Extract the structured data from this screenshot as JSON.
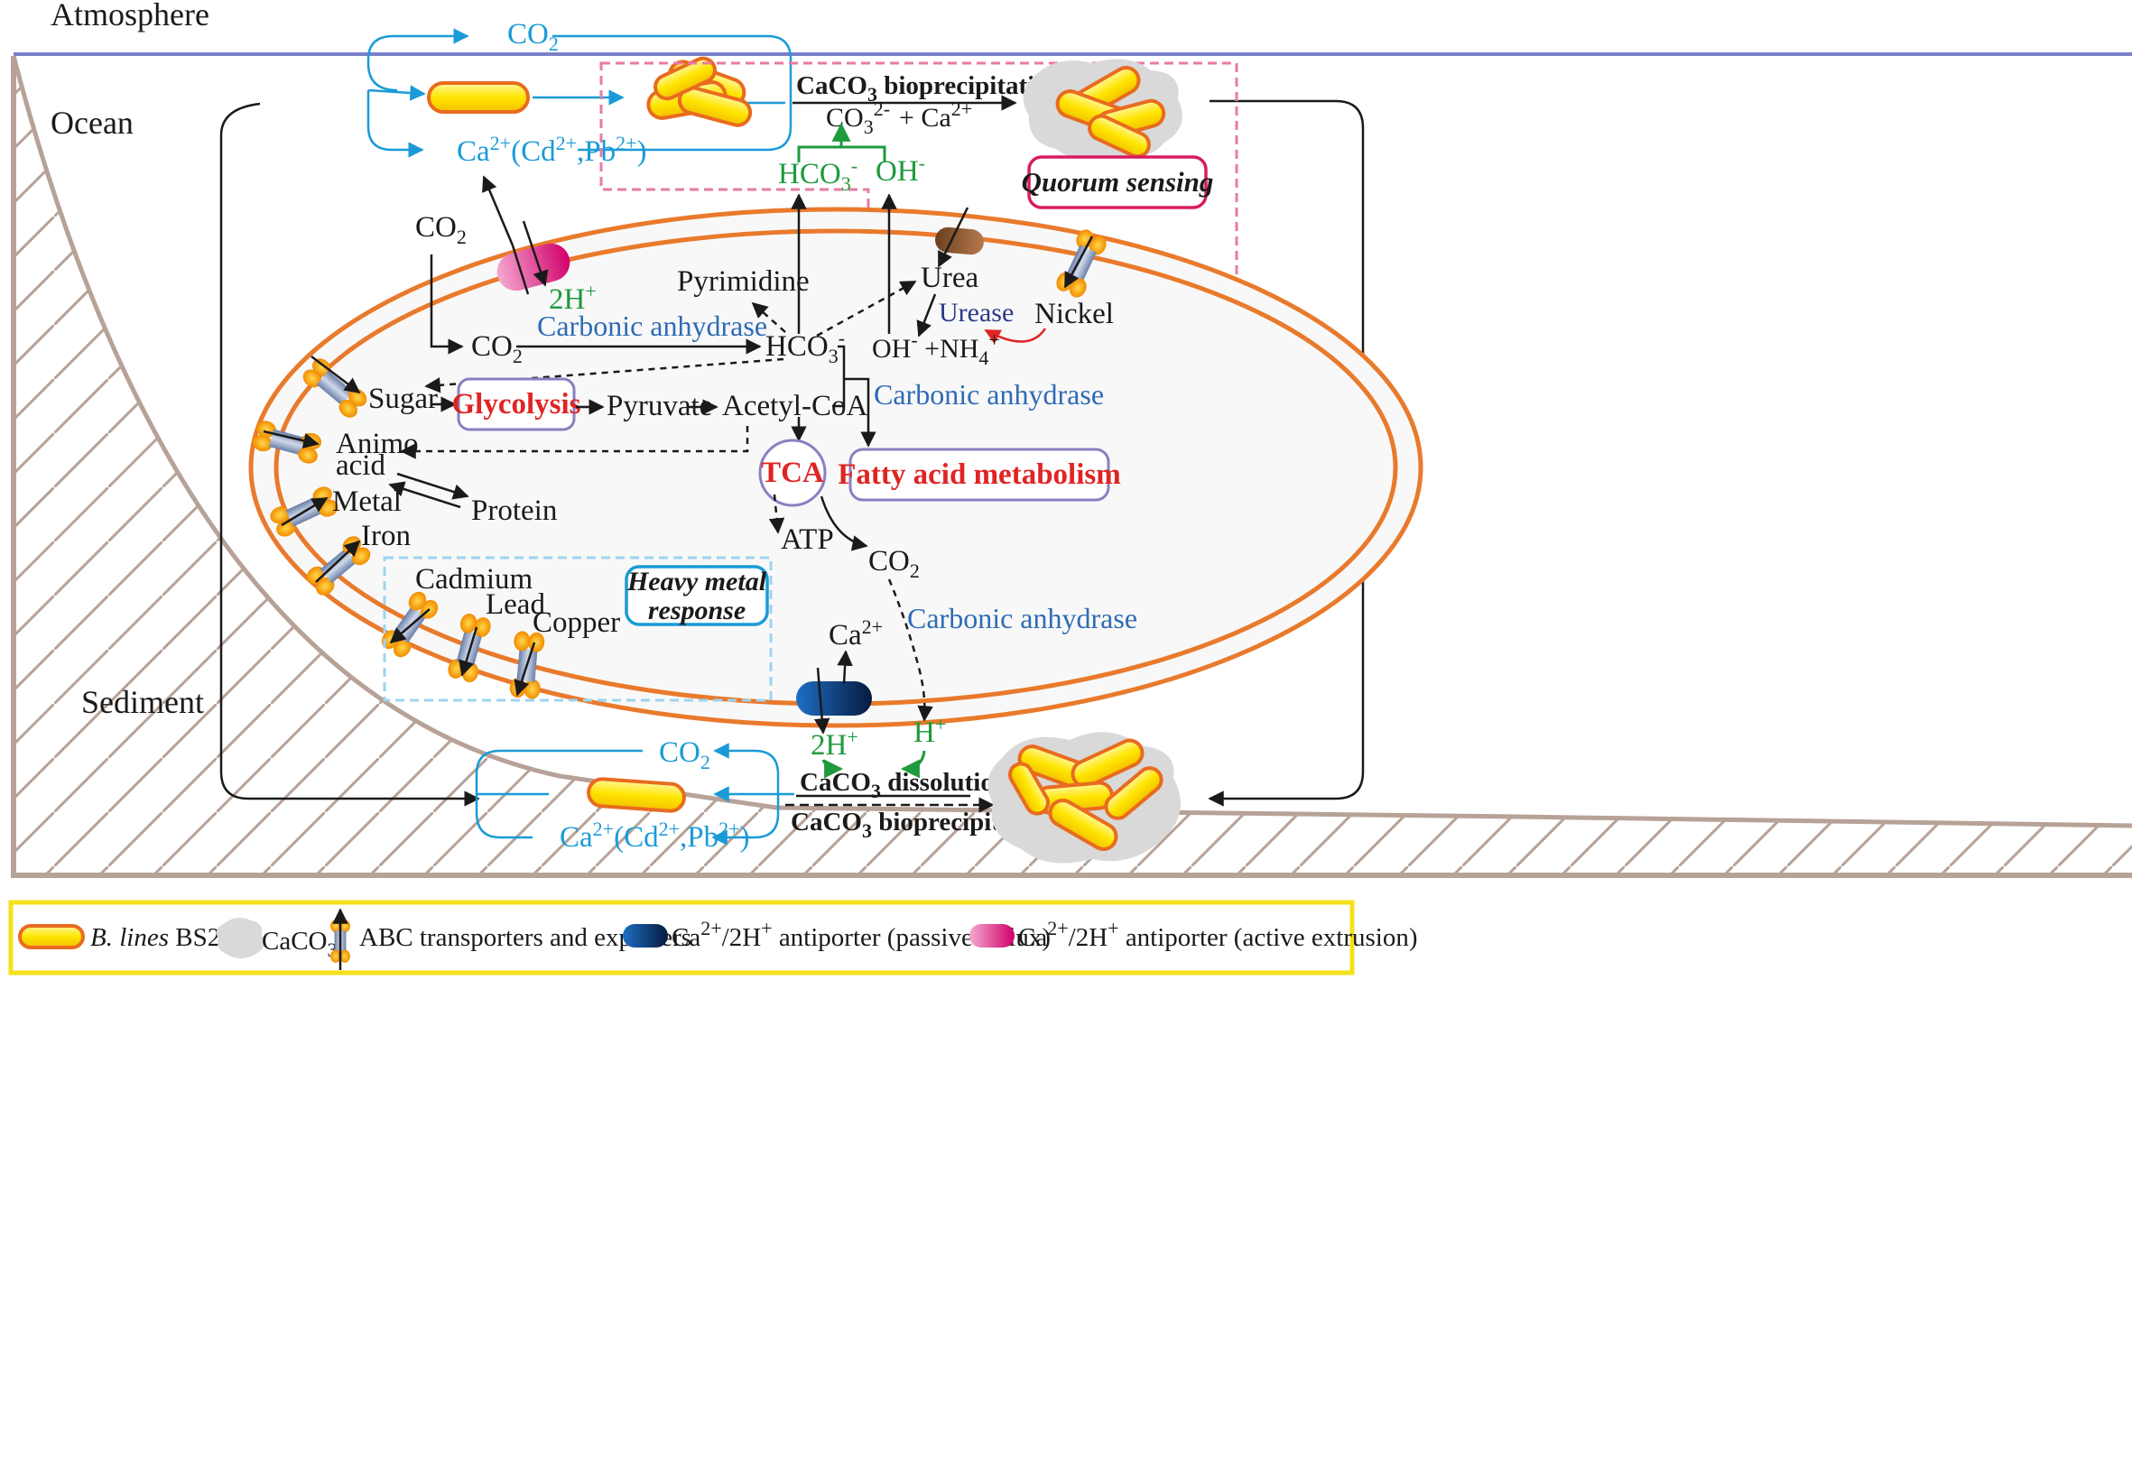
{
  "zones": {
    "atmosphere": "Atmosphere",
    "ocean": "Ocean",
    "sediment": "Sediment"
  },
  "top_cycle": {
    "co2": "CO",
    "co2_sub": "2",
    "ion_base": "Ca",
    "ion_ca_sup": "2+",
    "ion_paren": "(Cd",
    "ion_cd_sup": "2+",
    "ion_mid": ",Pb",
    "ion_pb_sup": "2+",
    "ion_close": ")",
    "process_pre": "CaCO",
    "process_sub": "3",
    "process_post": " bioprecipitation",
    "ions_co3": "CO",
    "ions_co3_sub": "3",
    "ions_co3_sup": "2-",
    "ions_plus_ca": "+  Ca",
    "ions_ca_sup": "2+",
    "hco3": "HCO",
    "hco3_sub": "3",
    "hco3_sup": "-",
    "oh": "OH",
    "oh_sup": "-"
  },
  "boxes": {
    "quorum": "Quorum sensing",
    "heavy_metal_1": "Heavy metal",
    "heavy_metal_2": "response",
    "glycolysis": "Glycolysis",
    "tca": "TCA",
    "fatty_acid": "Fatty acid metabolism"
  },
  "metabolites": {
    "co2_in": "CO",
    "co2_in_sub": "2",
    "co2_cell": "CO",
    "co2_cell_sub": "2",
    "hco3": "HCO",
    "hco3_sub": "3",
    "hco3_sup": "-",
    "pyrimidine": "Pyrimidine",
    "urea": "Urea",
    "urease": "Urease",
    "nickel": "Nickel",
    "oh_nh4": "OH",
    "oh_nh4_sup": "-",
    "oh_nh4_mid": " +NH",
    "oh_nh4_sub": "4",
    "oh_nh4_sup2": "+",
    "sugar": "Sugar",
    "pyruvate": "Pyruvate",
    "acetyl": "Acetyl-CoA",
    "amino_1": "Animo",
    "amino_2": "acid",
    "protein": "Protein",
    "metal": "Metal",
    "iron": "Iron",
    "cadmium": "Cadmium",
    "lead": "Lead",
    "copper": "Copper",
    "atp": "ATP",
    "co2_out": "CO",
    "co2_out_sub": "2",
    "ca_cell": "Ca",
    "ca_cell_sup": "2+",
    "h2_top": "2H",
    "h2_top_sup": "+",
    "h2_bottom": "2H",
    "h2_bottom_sup": "+",
    "h_plus": "H",
    "h_plus_sup": "+"
  },
  "enzymes": {
    "ca_1": "Carbonic anhydrase",
    "ca_2": "Carbonic anhydrase",
    "ca_3": "Carbonic anhydrase"
  },
  "bottom_cycle": {
    "co2": "CO",
    "co2_sub": "2",
    "ion_base": "Ca",
    "ion_ca_sup": "2+",
    "ion_paren": "(Cd",
    "ion_cd_sup": "2+",
    "ion_mid": ",Pb",
    "ion_pb_sup": "2+",
    "ion_close": ")",
    "dissolution_pre": "CaCO",
    "dissolution_sub": "3",
    "dissolution_post": " dissolution",
    "precip_pre": "CaCO",
    "precip_sub": "3",
    "precip_post": " bioprecipitation"
  },
  "legend": {
    "bacteria_italic": "B. lines",
    "bacteria_rest": " BS258",
    "caco3": "CaCO",
    "caco3_sub": "3",
    "abc": "ABC transporters and exporters",
    "passive_ca": "Ca",
    "passive_ca_sup": "2+",
    "passive_mid": "/2H",
    "passive_h_sup": "+",
    "passive_rest": " antiporter (passive influx)",
    "active_ca": "Ca",
    "active_ca_sup": "2+",
    "active_mid": "/2H",
    "active_h_sup": "+",
    "active_rest": " antiporter (active extrusion)"
  },
  "colors": {
    "membrane": "#e97a2c",
    "cycle_blue": "#1a9bd7",
    "enzyme_blue": "#2e6bb5",
    "green": "#1f9a3c",
    "highlight_red": "#e02424",
    "quorum_border": "#d81b60",
    "process_box": "#8a7fc0",
    "legend_border": "#f5e11a",
    "sediment": "#b7a297",
    "water_line": "#7b7fc9"
  }
}
